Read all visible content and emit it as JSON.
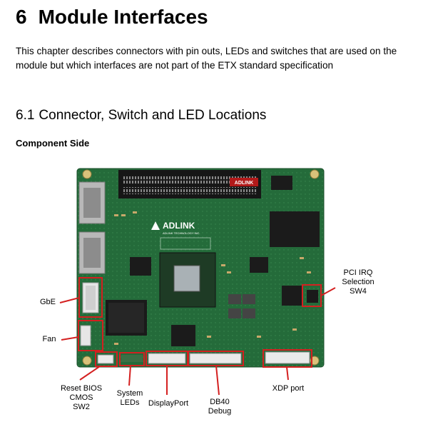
{
  "chapter": {
    "number": "6",
    "title": "Module Interfaces"
  },
  "intro": "This chapter describes connectors with pin outs, LEDs and switches that are used on the module but which interfaces are not part of the ETX standard specification",
  "section": {
    "number": "6.1",
    "title": "Connector, Switch and LED Locations"
  },
  "subsection": "Component Side",
  "board": {
    "brand_logo": "ADLINK",
    "brand_sub": "ADLINK TECHNOLOGY INC."
  },
  "callouts": {
    "gbe": "GbE",
    "fan": "Fan",
    "pci_irq": [
      "PCI IRQ",
      "Selection",
      "SW4"
    ],
    "reset": [
      "Reset BIOS",
      "CMOS",
      "SW2"
    ],
    "system_leds": [
      "System",
      "LEDs"
    ],
    "displayport": "DisplayPort",
    "db40": [
      "DB40",
      "Debug"
    ],
    "xdp": "XDP port"
  },
  "colors": {
    "pcb": "#246b3a",
    "callout": "#d42020"
  }
}
